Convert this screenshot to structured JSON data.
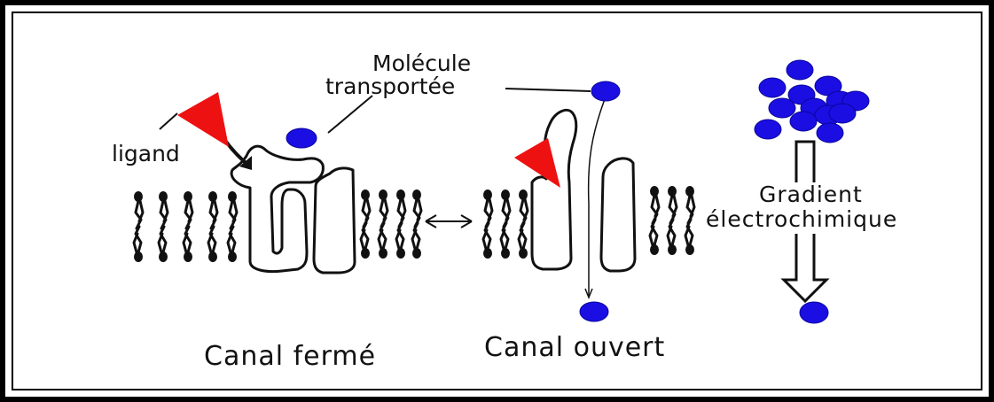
{
  "labels": {
    "ligand": "ligand",
    "molecule_line1": "Molécule",
    "molecule_line2": "transportée",
    "gradient_line1": "Gradient",
    "gradient_line2": "électrochimique",
    "closed_channel": "Canal fermé",
    "open_channel": "Canal ouvert"
  },
  "colors": {
    "molecule": "#1a0ee3",
    "ligand": "#ee1111",
    "outline": "#111111",
    "frame": "#000000"
  }
}
